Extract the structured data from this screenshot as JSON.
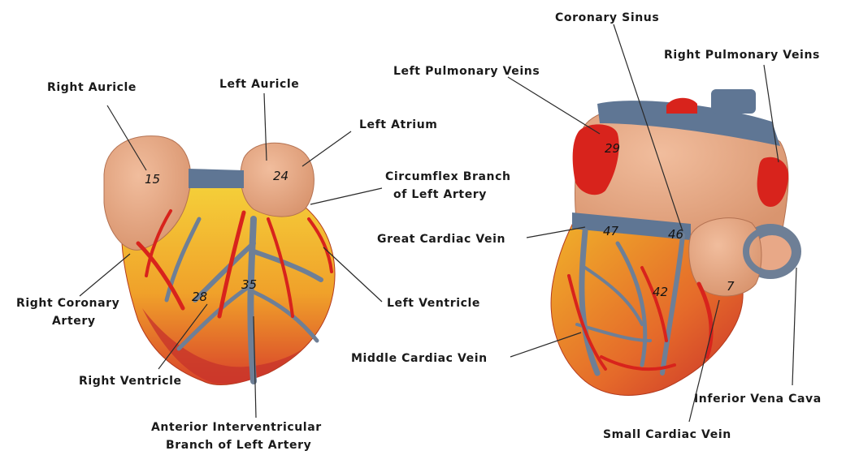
{
  "left_heart": {
    "labels": {
      "right_auricle": "Right Auricle",
      "left_auricle": "Left Auricle",
      "left_atrium": "Left Atrium",
      "circumflex_line1": "Circumflex Branch",
      "circumflex_line2": "of Left Artery",
      "right_coronary_line1": "Right Coronary",
      "right_coronary_line2": "Artery",
      "left_ventricle": "Left Ventricle",
      "right_ventricle": "Right Ventricle",
      "anterior_line1": "Anterior Interventricular",
      "anterior_line2": "Branch of Left Artery"
    },
    "markers": {
      "m15": "15",
      "m24": "24",
      "m28": "28",
      "m35": "35"
    }
  },
  "right_heart": {
    "labels": {
      "coronary_sinus": "Coronary Sinus",
      "left_pulmonary_veins": "Left Pulmonary Veins",
      "right_pulmonary_veins": "Right Pulmonary Veins",
      "great_cardiac_vein": "Great Cardiac Vein",
      "middle_cardiac_vein": "Middle Cardiac Vein",
      "inferior_vena_cava": "Inferior Vena Cava",
      "small_cardiac_vein": "Small Cardiac Vein"
    },
    "markers": {
      "m29": "29",
      "m47": "47",
      "m46": "46",
      "m42": "42",
      "m7": "7"
    }
  },
  "colors": {
    "myocardium_yellow": "#f2c42a",
    "artery_red": "#d8231c",
    "vein_blue": "#6e7f96",
    "atrium_tan": "#e8a887"
  }
}
